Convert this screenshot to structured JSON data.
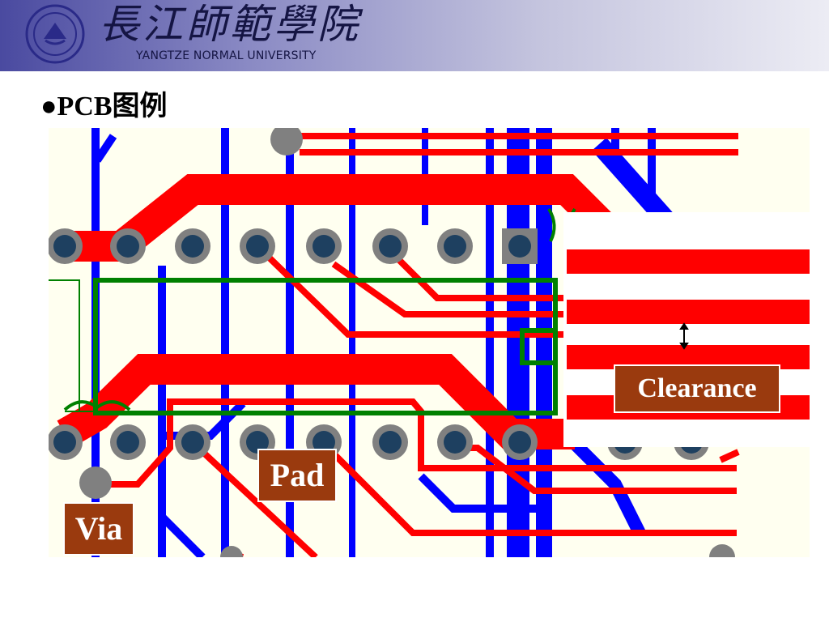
{
  "header": {
    "university_cn": "長江師範學院",
    "university_en": "YANGTZE NORMAL UNIVERSITY"
  },
  "slide": {
    "title": "●PCB图例"
  },
  "figure": {
    "labels": {
      "via": "Via",
      "pad": "Pad",
      "clearance": "Clearance"
    },
    "colors": {
      "top_layer_trace": "#ff0000",
      "bottom_layer_trace": "#0000ff",
      "outline": "#008000",
      "pad_ring": "#808080",
      "pad_hole": "#1e4060",
      "board_background": "#fffff0",
      "label_background": "#9a3a0e"
    },
    "pad_rows": [
      {
        "row": "top",
        "count": 8,
        "last_square": true
      },
      {
        "row": "bottom",
        "count": 8,
        "last_square": false
      }
    ]
  }
}
